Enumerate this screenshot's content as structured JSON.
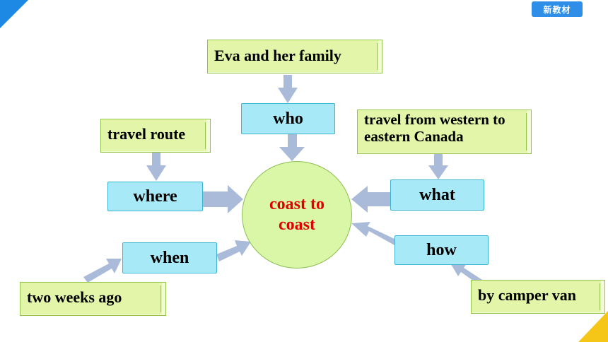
{
  "badge": "新教材",
  "center": {
    "label": "coast to coast"
  },
  "questions": {
    "who": "who",
    "where": "where",
    "what": "what",
    "when": "when",
    "how": "how"
  },
  "answers": {
    "who": "Eva and her family",
    "where": "travel route",
    "what": "travel from western to eastern Canada",
    "when": "two weeks ago",
    "how": "by camper van"
  },
  "colors": {
    "center_text": "#e00000",
    "note_fill": "#e2f5a8",
    "question_fill": "#a8e9f7",
    "arrow": "#a9bbd9",
    "corner_blue": "#1e88e5",
    "corner_yellow": "#f5c518"
  }
}
